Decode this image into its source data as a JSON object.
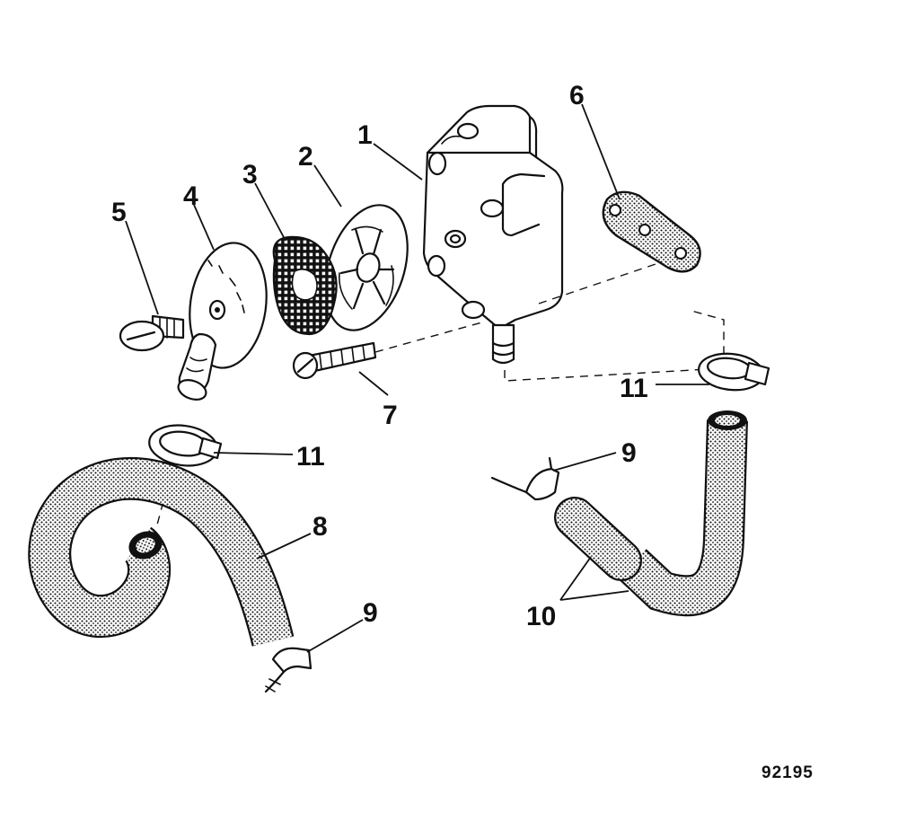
{
  "callouts": {
    "c1": "1",
    "c2": "2",
    "c3": "3",
    "c4": "4",
    "c5": "5",
    "c6": "6",
    "c7": "7",
    "c8": "8",
    "c9a": "9",
    "c9b": "9",
    "c10": "10",
    "c11a": "11",
    "c11b": "11"
  },
  "figure_id": "92195",
  "colors": {
    "ink": "#111111",
    "background": "#ffffff"
  }
}
